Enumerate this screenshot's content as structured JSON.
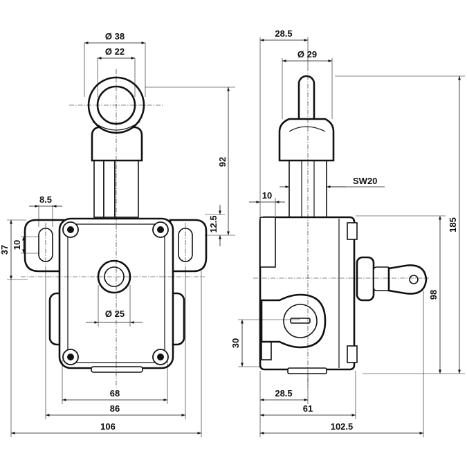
{
  "front_view": {
    "ring_outer": "Ø 38",
    "ring_inner": "Ø 22",
    "plunger_height": "92",
    "offset": "12.5",
    "slot_width": "8.5",
    "slot_len": "10",
    "slot_span": "37",
    "button_dia": "Ø 25",
    "hole_spacing": "68",
    "body_width": "86",
    "total_width": "106"
  },
  "side_view": {
    "top_offset": "28.5",
    "knob_dia": "Ø 29",
    "wrench_size": "SW20",
    "flange": "10",
    "total_height": "185",
    "body_height": "98",
    "cutout_height": "30",
    "cutout_offset": "28.5",
    "axis_depth": "61",
    "total_depth": "102.5"
  }
}
